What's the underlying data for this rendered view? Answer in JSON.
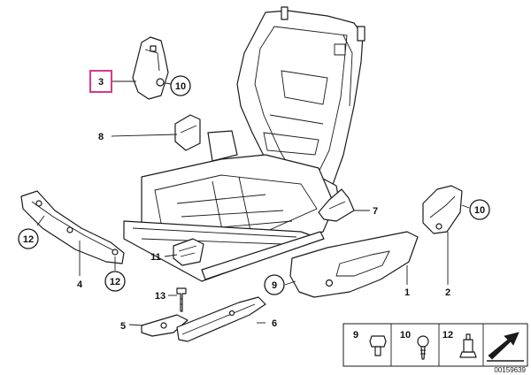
{
  "diagram": {
    "callouts": [
      {
        "id": "c1",
        "label": "1"
      },
      {
        "id": "c2",
        "label": "2"
      },
      {
        "id": "c3",
        "label": "3"
      },
      {
        "id": "c4",
        "label": "4"
      },
      {
        "id": "c5",
        "label": "5"
      },
      {
        "id": "c6",
        "label": "6"
      },
      {
        "id": "c7",
        "label": "7"
      },
      {
        "id": "c8",
        "label": "8"
      },
      {
        "id": "c9",
        "label": "9"
      },
      {
        "id": "c10a",
        "label": "10"
      },
      {
        "id": "c10b",
        "label": "10"
      },
      {
        "id": "c11",
        "label": "11"
      },
      {
        "id": "c12a",
        "label": "12"
      },
      {
        "id": "c12b",
        "label": "12"
      },
      {
        "id": "c13",
        "label": "13"
      }
    ],
    "selected_part": "3",
    "legend": {
      "items": [
        {
          "label": "9",
          "icon": "rivet-icon"
        },
        {
          "label": "10",
          "icon": "screw-icon"
        },
        {
          "label": "12",
          "icon": "clip-icon"
        }
      ]
    },
    "document_number": "00159639",
    "colors": {
      "line": "#1a1a1a",
      "highlight": "#d6398a",
      "background": "#ffffff"
    }
  }
}
